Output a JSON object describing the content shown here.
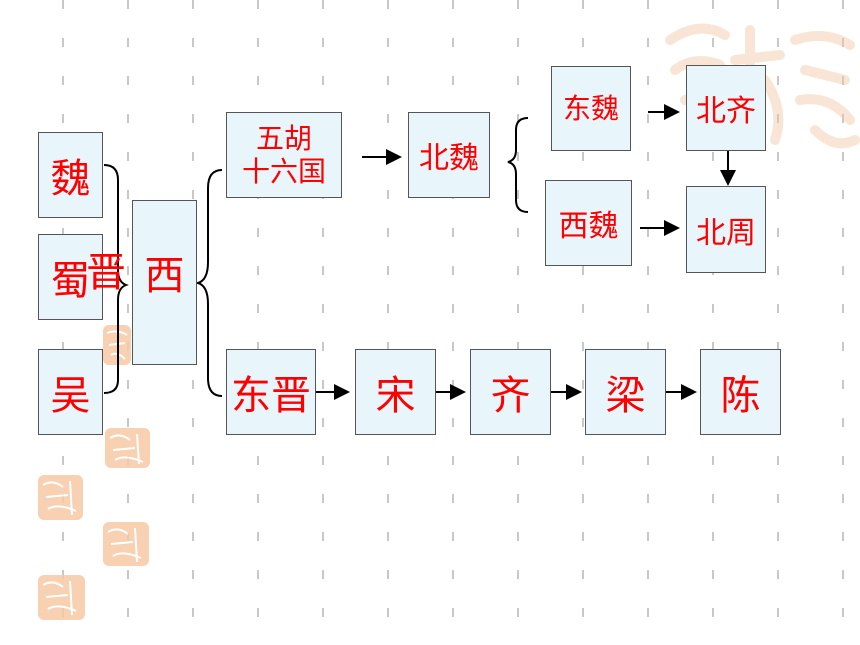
{
  "nodes": {
    "wei": "魏",
    "shu": "蜀",
    "wu": "吴",
    "jin_overlay": "晋",
    "xi": "西",
    "wuhu": "五胡\n十六国",
    "beiwei": "北魏",
    "dongwei": "东魏",
    "xiwei": "西魏",
    "beiqi": "北齐",
    "beizhou": "北周",
    "dongjin": "东晋",
    "song": "宋",
    "qi": "齐",
    "liang": "梁",
    "chen": "陈"
  },
  "colors": {
    "text": "#ff0000",
    "box_fill": "#e8f6fc",
    "stamp": "#f6c9a4"
  }
}
